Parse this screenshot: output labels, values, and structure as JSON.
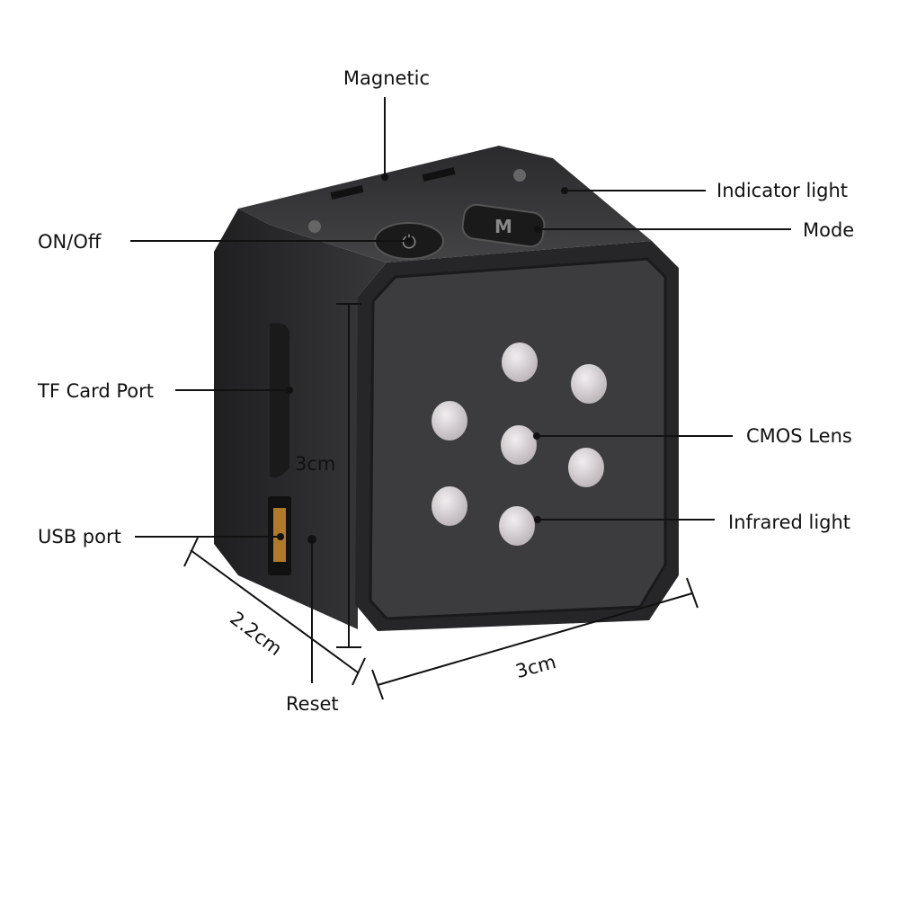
{
  "labels": {
    "magnetic": "Magnetic",
    "indicator_light": "Indicator light",
    "mode": "Mode",
    "on_off": "ON/Off",
    "tf_card_port": "TF Card Port",
    "cmos_lens": "CMOS Lens",
    "infrared_light": "Infrared light",
    "usb_port": "USB port",
    "reset": "Reset"
  },
  "dimensions": {
    "height": "3cm",
    "width": "3cm",
    "depth": "2.2cm"
  },
  "buttons": {
    "mode_glyph": "M"
  },
  "colors": {
    "body": "#2b2b2d",
    "front_panel": "#3a3a3c",
    "led": "#d9d4d6"
  }
}
